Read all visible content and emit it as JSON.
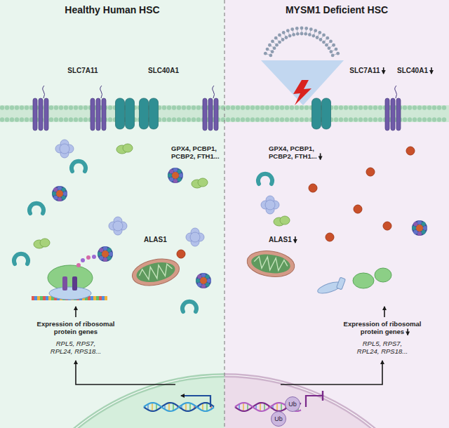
{
  "diagram": {
    "nodes": [
      {
        "text": [
          "Healthy Human HSC"
        ]
      },
      {
        "text": [
          "MYSM1 Deficient HSC"
        ]
      },
      {
        "text": [
          "Ub"
        ],
        "in": 1
      },
      {
        "text": [
          "Ub"
        ],
        "in": 1
      }
    ],
    "labels": [
      "SLC7A11",
      "SLC40A1",
      "SLC7A11",
      "SLC40A1",
      "GPX4, PCBP1, PCBP2, FTH1...",
      "GPX4, PCBP1, PCBP2, FTH1...",
      "ALAS1",
      "ALAS1",
      "Expression of ribosomal protein genes",
      "RPL5, RPS7, RPL24, RPS18...",
      "Expression of ribosomal protein genes",
      "RPL5, RPS7, RPL24, RPS18..."
    ]
  }
}
